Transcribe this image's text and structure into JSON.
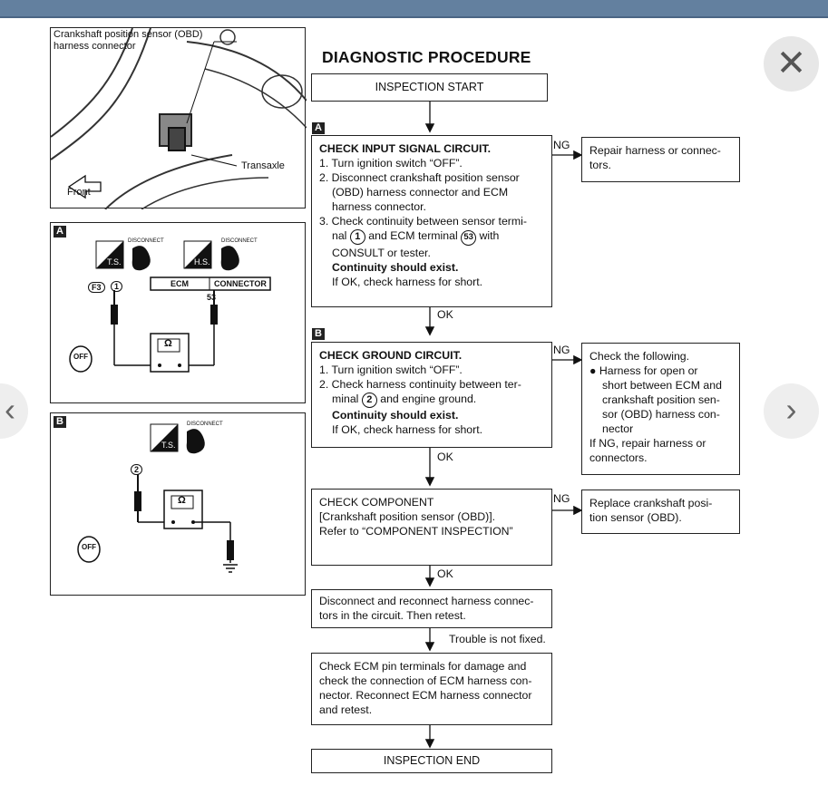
{
  "window": {
    "close_icon": "close-icon",
    "prev_icon": "chevron-left-icon",
    "next_icon": "chevron-right-icon"
  },
  "illustration": {
    "sensor_label": "Crankshaft position sensor (OBD)",
    "sensor_label2": "harness connector",
    "transaxle_label": "Transaxle",
    "front_label": "Front"
  },
  "panel_a": {
    "tag": "A",
    "ts": "T.S.",
    "hs": "H.S.",
    "disconnect1": "DISCONNECT",
    "disconnect2": "DISCONNECT",
    "connector_id": "F3",
    "terminal": "1",
    "ecm": "ECM",
    "connector": "CONNECTOR",
    "ecm_terminal": "53",
    "ohm": "Ω",
    "off": "OFF"
  },
  "panel_b": {
    "tag": "B",
    "ts": "T.S.",
    "disconnect": "DISCONNECT",
    "terminal": "2",
    "ohm": "Ω",
    "off": "OFF"
  },
  "flow": {
    "title": "DIAGNOSTIC PROCEDURE",
    "start": "INSPECTION START",
    "tag_a": "A",
    "tag_b": "B",
    "step1": {
      "heading": "CHECK INPUT SIGNAL CIRCUIT.",
      "l1": "1. Turn ignition switch “OFF”.",
      "l2": "2. Disconnect crankshaft position sensor",
      "l3": "(OBD) harness connector and ECM",
      "l4": "harness connector.",
      "l5": "3. Check continuity between sensor termi-",
      "l6a": "nal",
      "l6n1": "1",
      "l6b": "and ECM terminal",
      "l6n2": "53",
      "l6c": "with",
      "l7": "CONSULT or tester.",
      "l8": "Continuity should exist.",
      "l9": "If OK, check harness for short."
    },
    "ng1": "NG",
    "ng1_box_l1": "Repair harness or connec-",
    "ng1_box_l2": "tors.",
    "ok1": "OK",
    "step2": {
      "heading": "CHECK GROUND CIRCUIT.",
      "l1": "1. Turn ignition switch “OFF”.",
      "l2": "2. Check harness continuity between ter-",
      "l3a": "minal",
      "l3n": "2",
      "l3b": "and engine ground.",
      "l4": "Continuity should exist.",
      "l5": "If OK, check harness for short."
    },
    "ng2": "NG",
    "ng2_box": {
      "l1": "Check the following.",
      "l2": "● Harness for open or",
      "l3": "short between ECM and",
      "l4": "crankshaft position sen-",
      "l5": "sor (OBD) harness con-",
      "l6": "nector",
      "l7": "If NG, repair harness or",
      "l8": "connectors."
    },
    "ok2": "OK",
    "step3": {
      "l1": "CHECK COMPONENT",
      "l2": "[Crankshaft position sensor (OBD)].",
      "l3": "Refer to “COMPONENT INSPECTION”"
    },
    "ng3": "NG",
    "ng3_box_l1": "Replace crankshaft posi-",
    "ng3_box_l2": "tion sensor (OBD).",
    "ok3": "OK",
    "step4_l1": "Disconnect and reconnect harness connec-",
    "step4_l2": "tors in the circuit. Then retest.",
    "trouble": "Trouble is not fixed.",
    "step5": {
      "l1": "Check ECM pin terminals for damage and",
      "l2": "check the connection of ECM harness con-",
      "l3": "nector. Reconnect ECM harness connector",
      "l4": "and retest."
    },
    "end": "INSPECTION END"
  }
}
